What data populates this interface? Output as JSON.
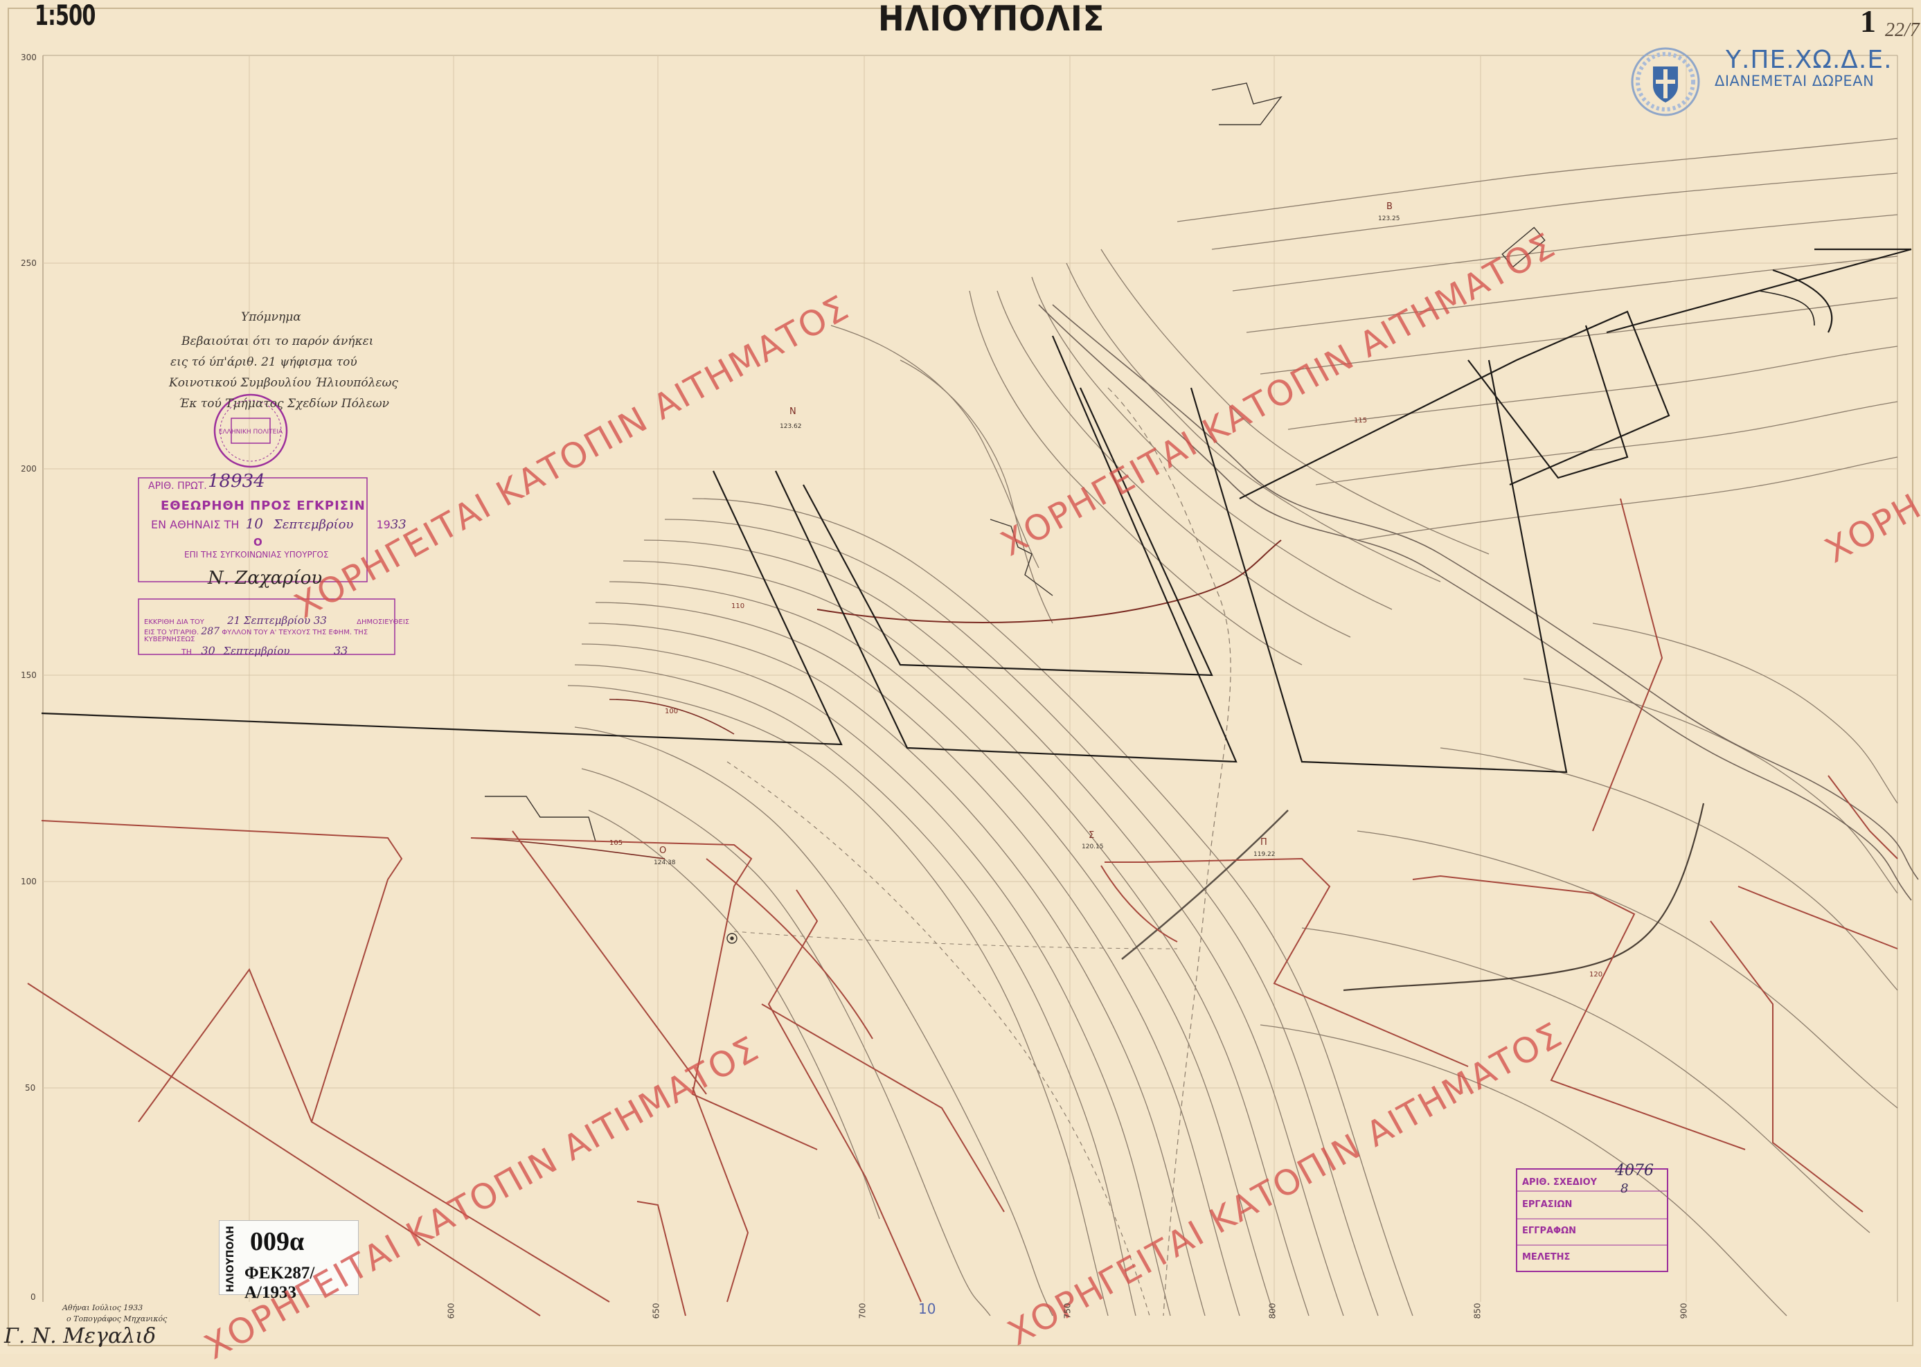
{
  "header": {
    "scale": "1:500",
    "title": "ΗΛΙΟΥΠΟΛΙΣ",
    "sheet_number": "1",
    "sheet_number_handwritten": "22/7"
  },
  "publisher": {
    "name": "Υ.ΠΕ.ΧΩ.Δ.Ε.",
    "distribution_note": "ΔΙΑΝΕΜΕΤΑΙ ΔΩΡΕΑΝ",
    "emblem_icon": "hellenic-republic-emblem-icon"
  },
  "legend": {
    "heading": "Υπόμνημα",
    "lines": [
      "Βεβαιούται ότι το παρόν άνήκει",
      "εις τό ύπ'άριθ. 21 ψήφισμα τού",
      "Κοινοτικού Συμβουλίου Ήλιουπόλεως",
      "Έκ τού Τμήματος Σχεδίων Πόλεων"
    ],
    "seal_text": "ΕΛΛΗΝΙΚΗ ΠΟΛΙΤΕΙΑ"
  },
  "approval_stamp": {
    "protocol_label": "ΑΡΙΘ. ΠΡΩΤ.",
    "protocol_number": "18934",
    "line_1": "ΕΘΕΩΡΗΘΗ ΠΡΟΣ ΕΓΚΡΙΣΙΝ",
    "line_2_prefix": "ΕΝ ΑΘΗΝΑΙΣ ΤΗ",
    "line_2_day": "10",
    "line_2_month": "Σεπτεμβρίου",
    "line_2_year_prefix": "19",
    "line_2_year": "33",
    "line_3": "Ο",
    "line_4": "ΕΠΙ ΤΗΣ ΣΥΓΚΟΙΝΩΝΙΑΣ ΥΠΟΥΡΓΟΣ"
  },
  "publication_stamp": {
    "line_1_prefix": "ΕΚΚΡΙΘΗ ΔΙΑ ΤΟΥ",
    "line_1_handwritten": "21 Σεπτεμβρίου 33",
    "line_1_suffix": "ΔΗΜΟΣΙΕΥΘΕΙΣ",
    "line_2_prefix": "ΕΙΣ ΤΟ ΥΠ'ΑΡΙΘ.",
    "line_2_number": "287",
    "line_2_suffix": "ΦΥΛΛΟΝ ΤΟΥ Α' ΤΕΥΧΟΥΣ ΤΗΣ ΕΦΗΜ. ΤΗΣ",
    "line_3": "ΚΥΒΕΡΝΗΣΕΩΣ",
    "line_4_prefix": "ΤΗ",
    "line_4_day": "30",
    "line_4_month": "Σεπτεμβρίου",
    "line_4_year": "33"
  },
  "registry_stamp": {
    "drawing_number_label": "ΑΡΙΘ. ΣΧΕΔΙΟΥ",
    "drawing_number": "4076",
    "drawing_sub_number": "8",
    "works_label": "ΕΡΓΑΣΙΩΝ",
    "records_label": "ΕΓΓΡΑΦΩΝ",
    "study_label": "ΜΕΛΕΤΗΣ"
  },
  "reference_card": {
    "area": "ΗΛΙΟΥΠΟΛΗ",
    "code": "009α",
    "gazette": "ΦΕΚ287/Α/1933"
  },
  "watermark": {
    "text": "ΧΟΡΗΓΕΙΤΑΙ ΚΑΤΟΠΙΝ ΑΙΤΗΜΑΤΟΣ",
    "partial_text": "ΧΟΡΗ"
  },
  "grid": {
    "y_labels": [
      "300",
      "250",
      "200",
      "150",
      "100",
      "50",
      "0"
    ],
    "x_labels": [
      "600",
      "650",
      "700",
      "750",
      "800",
      "850",
      "900"
    ],
    "handwritten_mark": "10"
  },
  "contours": {
    "labels": [
      "120",
      "110",
      "100",
      "105",
      "115"
    ]
  },
  "spot_heights": [
    {
      "label": "Ν",
      "value": "123.62"
    },
    {
      "label": "Σ",
      "value": "120.15"
    },
    {
      "label": "Β",
      "value": "123.25"
    },
    {
      "label": "Ο",
      "value": "124.38"
    },
    {
      "label": "Π",
      "value": "119.22"
    }
  ],
  "signatures": {
    "approver": "Ν. Ζαχαρίου",
    "bottom_left": "Γ. Ν. Μεγαλιδ",
    "footer_note_1": "Αθήναι Ιούλιος 1933",
    "footer_note_2": "ο Τοπογράφος Μηχανικός"
  },
  "colors": {
    "paper": "#f4e6cb",
    "ink": "#1d1a17",
    "contour": "#8a7b6a",
    "road_red": "#a6473c",
    "stamp_purple": "#9c2f9c",
    "watermark_red": "#d4504a",
    "publisher_blue": "#3d6aa8"
  }
}
